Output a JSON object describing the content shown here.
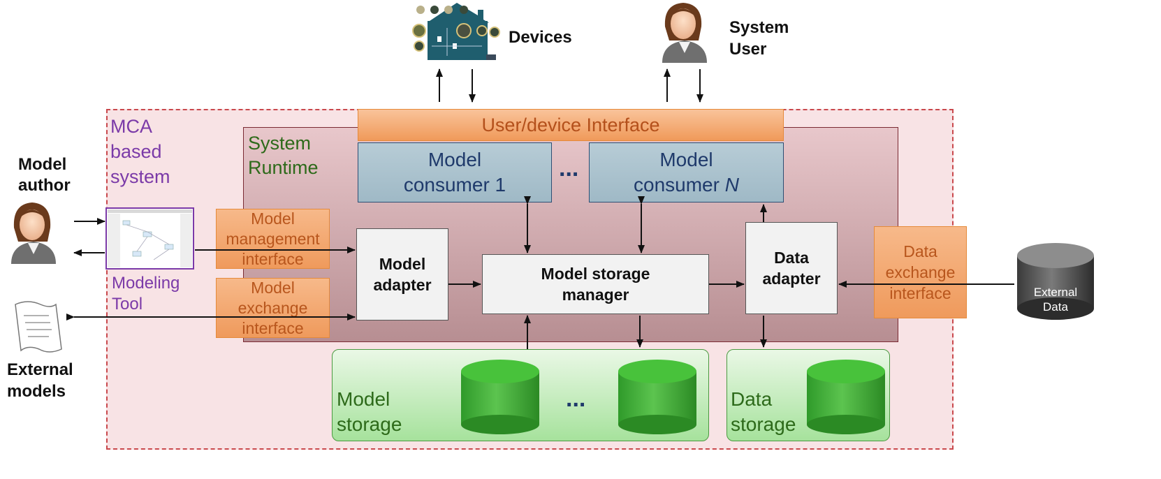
{
  "top": {
    "devices_label": "Devices",
    "system_user_label": [
      "System",
      "User"
    ]
  },
  "left": {
    "model_author_label": [
      "Model",
      "author"
    ],
    "external_models_label": [
      "External",
      "models"
    ],
    "modeling_tool_label": [
      "Modeling",
      "Tool"
    ]
  },
  "mca": {
    "label": [
      "MCA",
      "based",
      "system"
    ]
  },
  "runtime": {
    "label": [
      "System",
      "Runtime"
    ]
  },
  "interfaces": {
    "user_device": "User/device Interface",
    "model_management": [
      "Model",
      "management",
      "interface"
    ],
    "model_exchange": [
      "Model",
      "exchange",
      "interface"
    ],
    "data_exchange": [
      "Data",
      "exchange",
      "interface"
    ]
  },
  "consumers": {
    "first": [
      "Model",
      "consumer 1"
    ],
    "last_line1": "Model",
    "last_line2_prefix": "consumer ",
    "last_line2_var": "N",
    "ellipsis": "..."
  },
  "adapters": {
    "model": [
      "Model",
      "adapter"
    ],
    "data": [
      "Data",
      "adapter"
    ]
  },
  "storage_manager": [
    "Model storage",
    "manager"
  ],
  "storage": {
    "model": [
      "Model",
      "storage"
    ],
    "data": [
      "Data",
      "storage"
    ],
    "ellipsis": "..."
  },
  "external_data": [
    "External",
    "Data"
  ],
  "colors": {
    "mca_border": "#c9484c",
    "interface_orange": "#ef9a5c",
    "consumer_blue": "#9fb9c6",
    "storage_green": "#3fae36"
  }
}
